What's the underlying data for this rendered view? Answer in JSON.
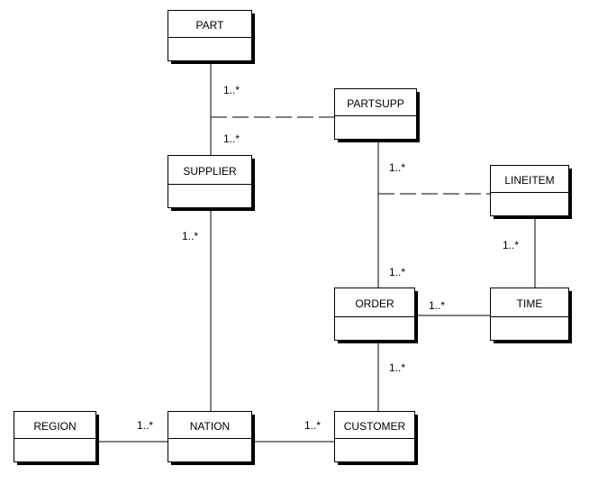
{
  "classes": {
    "part": "PART",
    "partsupp": "PARTSUPP",
    "supplier": "SUPPLIER",
    "lineitem": "LINEITEM",
    "order": "ORDER",
    "time": "TIME",
    "region": "REGION",
    "nation": "NATION",
    "customer": "CUSTOMER"
  },
  "multiplicities": {
    "part_supplier_top": "1..*",
    "part_supplier_bottom": "1..*",
    "partsupp_order_top": "1..*",
    "supplier_nation": "1..*",
    "lineitem_time": "1..*",
    "partsupp_order_bottom": "1..*",
    "order_time": "1..*",
    "order_customer": "1..*",
    "region_nation": "1..*",
    "nation_customer": "1..*"
  }
}
